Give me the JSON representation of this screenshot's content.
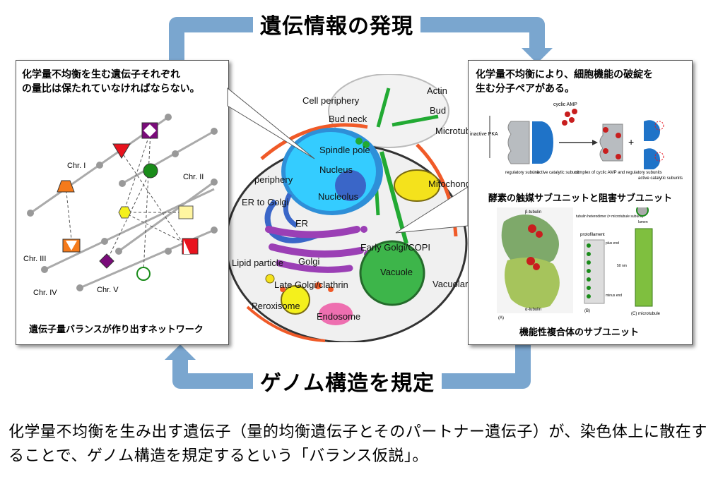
{
  "top_title": "遺伝情報の発現",
  "bottom_title": "ゲノム構造を規定",
  "left_panel": {
    "heading_line1": "化学量不均衡を生む遺伝子それぞれ",
    "heading_line2": "の量比は保たれていなければならない。",
    "caption": "遺伝子量バランスが作り出すネットワーク",
    "chromosomes": [
      "Chr. I",
      "Chr. II",
      "Chr. III",
      "Chr. IV",
      "Chr. V"
    ]
  },
  "right_panel": {
    "heading_line1": "化学量不均衡により、細胞機能の破綻を",
    "heading_line2": "生む分子ペアがある。",
    "caption1": "酵素の触媒サブユニットと阻害サブユニット",
    "caption2": "機能性複合体のサブユニット",
    "pka": {
      "cyclic_amp": "cyclic AMP",
      "inactive_pka": "inactive PKA",
      "regulatory": "regulatory subunit",
      "catalytic": "inactive catalytic subunit",
      "complex": "complex of cyclic AMP and regulatory subunits",
      "active": "active catalytic subunits"
    },
    "tubulin": {
      "beta": "β-tubulin",
      "alpha": "α-tubulin",
      "heterodimer": "tubulin heterodimer (= microtubule subunit)",
      "protofilament": "protofilament",
      "plus_end": "plus end",
      "minus_end": "minus end",
      "lumen": "lumen",
      "nm": "50 nm",
      "a": "(A)",
      "b": "(B)",
      "c": "(C) microtubule"
    }
  },
  "cell_labels": {
    "cell_periphery": "Cell periphery",
    "actin": "Actin",
    "bud_neck": "Bud neck",
    "bud": "Bud",
    "microtubule": "Microtubule",
    "spindle_pole": "Spindle pole",
    "nucleus": "Nucleus",
    "nucleolus": "Nucleolus",
    "mitochondria": "Mitochondria",
    "periphery": "periphery",
    "er_to_golgi": "ER to Golgi",
    "er": "ER",
    "early_golgi": "Early Golgi/COPI",
    "golgi": "Golgi",
    "lipid_particle": "Lipid particle",
    "vacuole": "Vacuole",
    "late_golgi": "Late Golgi/clathrin",
    "vacuolar_membrane": "Vacuolar membrane",
    "peroxisome": "Peroxisome",
    "endosome": "Endosome"
  },
  "bottom_text": "化学量不均衡を生み出す遺伝子（量的均衡遺伝子とそのパートナー遺伝子）が、染色体上に散在することで、ゲノム構造を規定するという「バランス仮説」。"
}
